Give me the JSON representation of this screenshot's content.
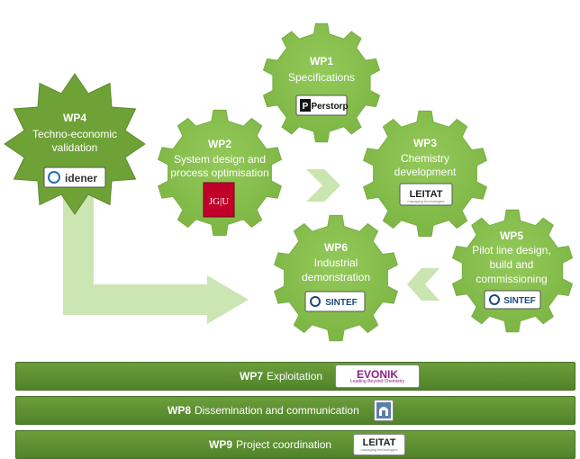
{
  "work_packages": [
    {
      "code": "WP1",
      "lines": [
        "Specifications"
      ],
      "logo": "Perstorp"
    },
    {
      "code": "WP2",
      "lines": [
        "System design and",
        "process optimisation"
      ],
      "logo": "JG|U"
    },
    {
      "code": "WP3",
      "lines": [
        "Chemistry",
        "development"
      ],
      "logo": "LEITAT",
      "logo_sub": "managing technologies"
    },
    {
      "code": "WP4",
      "lines": [
        "Techno-economic",
        "validation"
      ],
      "logo": "idener"
    },
    {
      "code": "WP5",
      "lines": [
        "Pilot line design,",
        "build and",
        "commissioning"
      ],
      "logo": "SINTEF"
    },
    {
      "code": "WP6",
      "lines": [
        "Industrial",
        "demonstration"
      ],
      "logo": "SINTEF"
    }
  ],
  "bars": [
    {
      "code": "WP7",
      "text": "Exploitation",
      "logo": "EVONIK",
      "logo_sub": "Leading Beyond Chemistry"
    },
    {
      "code": "WP8",
      "text": "Dissemination and communication",
      "logo": "university-seal-icon"
    },
    {
      "code": "WP9",
      "text": "Project coordination",
      "logo": "LEITAT",
      "logo_sub": "managing technologies"
    }
  ],
  "colors": {
    "gear": "#8cc152",
    "gear_edge": "#78ad45",
    "arrow": "#c9e5b0",
    "bar": "#5f9136",
    "evonik": "#8b2189",
    "jgu": "#c1002a",
    "sintef": "#1b4a7a"
  }
}
